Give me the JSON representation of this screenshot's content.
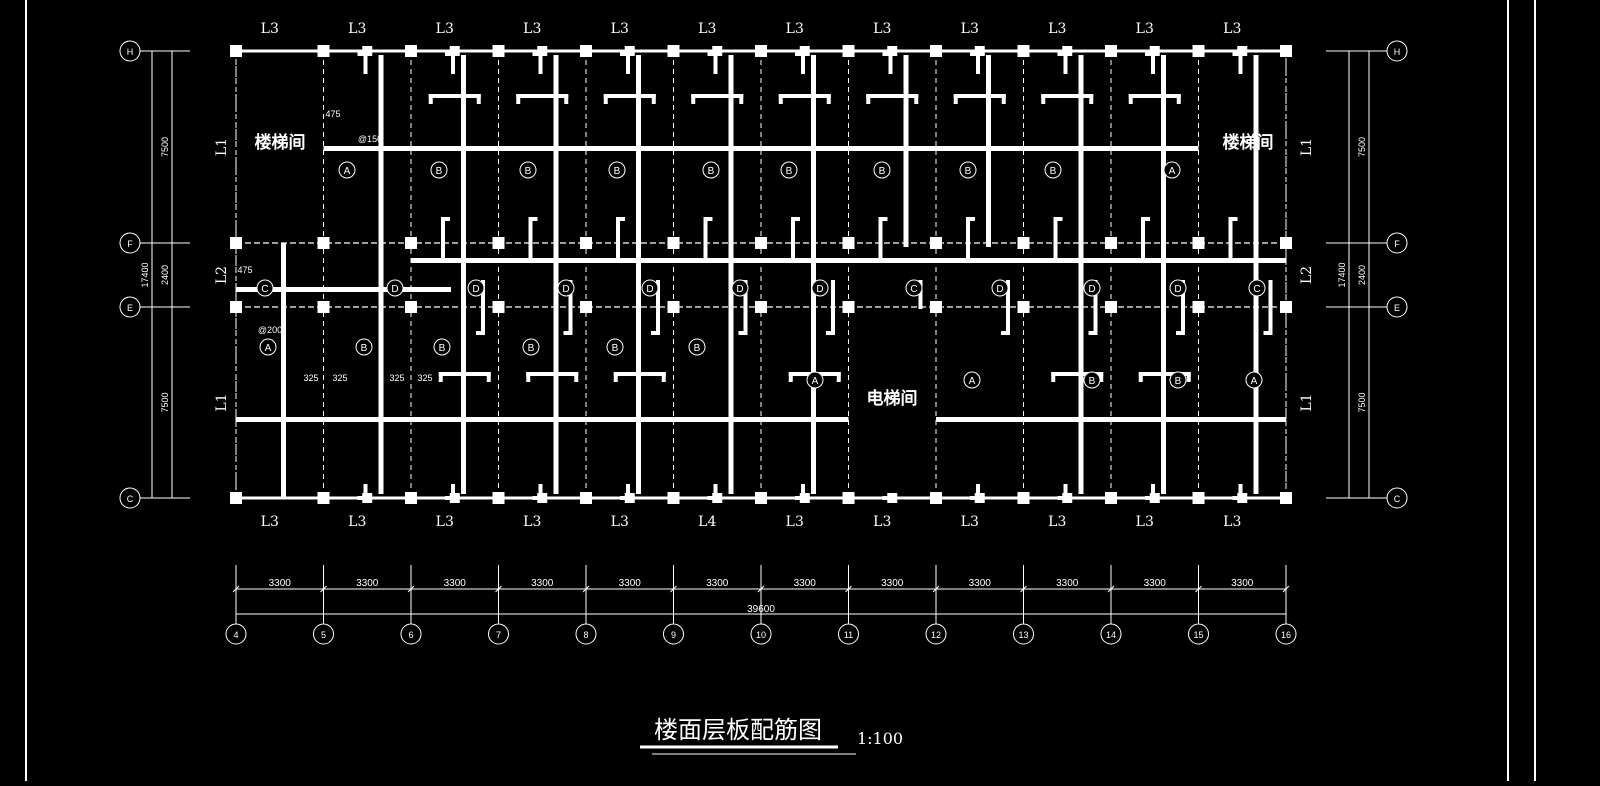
{
  "drawing": {
    "title": "楼面层板配筋图",
    "scale": "1:100",
    "rooms": {
      "stair_left": "楼梯间",
      "stair_right": "楼梯间",
      "elevator": "电梯间"
    },
    "axes_x": [
      "4",
      "5",
      "6",
      "7",
      "8",
      "9",
      "10",
      "11",
      "12",
      "13",
      "14",
      "15",
      "16"
    ],
    "axes_y": [
      "H",
      "F",
      "E",
      "C"
    ],
    "dims_x": [
      "3300",
      "3300",
      "3300",
      "3300",
      "3300",
      "3300",
      "3300",
      "3300",
      "3300",
      "3300",
      "3300",
      "3300"
    ],
    "dim_total": "39600",
    "dims_y": [
      "7500",
      "2400",
      "7500"
    ],
    "dim_y_total": "17400",
    "beams_top": [
      "L3",
      "L3",
      "L3",
      "L3",
      "L3",
      "L3",
      "L3",
      "L3",
      "L3",
      "L3",
      "L3",
      "L3"
    ],
    "beams_bottom": [
      "L3",
      "L3",
      "L3",
      "L3",
      "L3",
      "L4",
      "L3",
      "L3",
      "L3",
      "L3",
      "L3",
      "L3"
    ],
    "beams_side": [
      "L1",
      "L2",
      "L1"
    ],
    "slabs_top": [
      "A",
      "B",
      "B",
      "B",
      "B",
      "B",
      "B",
      "B",
      "B",
      "A"
    ],
    "slabs_mid": [
      "C",
      "D",
      "D",
      "D",
      "D",
      "D",
      "D",
      "C",
      "D",
      "D",
      "D",
      "C"
    ],
    "slabs_bottom": [
      "A",
      "B",
      "B",
      "B",
      "B",
      "B",
      "A",
      "A",
      "B",
      "B",
      "A"
    ],
    "notes": [
      "475",
      "475",
      "@150",
      "@200",
      "325",
      "325",
      "325",
      "325"
    ]
  }
}
